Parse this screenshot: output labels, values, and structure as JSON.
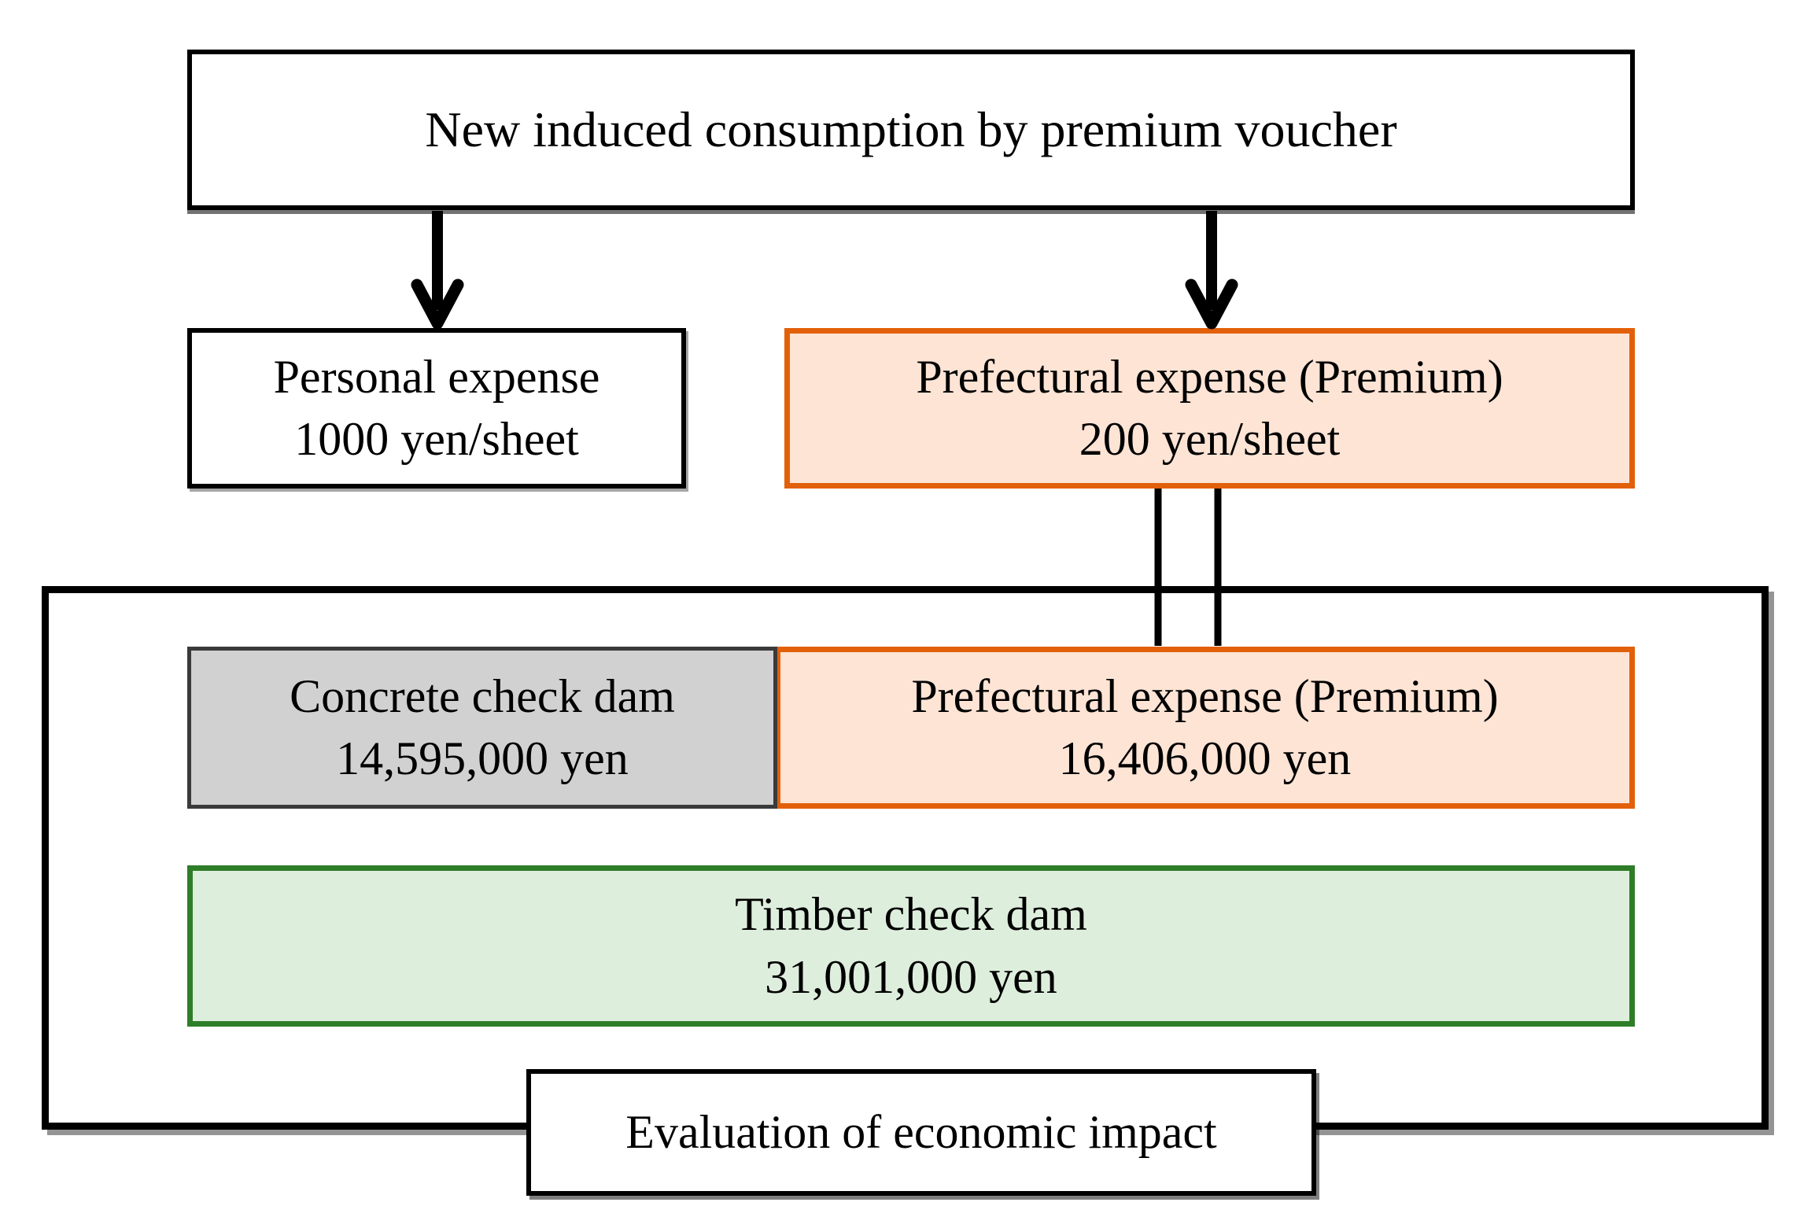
{
  "diagram": {
    "top_box": {
      "label": "New induced consumption by premium voucher"
    },
    "personal_box": {
      "title": "Personal expense",
      "value": "1000 yen/sheet"
    },
    "prefectural_box_upper": {
      "title": "Prefectural expense (Premium)",
      "value": "200 yen/sheet"
    },
    "concrete_box": {
      "title": "Concrete check dam",
      "value": "14,595,000 yen"
    },
    "prefectural_box_lower": {
      "title": "Prefectural expense (Premium)",
      "value": "16,406,000 yen"
    },
    "timber_box": {
      "title": "Timber check dam",
      "value": "31,001,000 yen"
    },
    "evaluation_box": {
      "label": "Evaluation of economic impact"
    },
    "colors": {
      "orange_border": "#e2600a",
      "peach_fill": "#fde4d5",
      "gray_border": "#3a3a3a",
      "gray_fill": "#d1d1d1",
      "green_border": "#2e7d28",
      "green_fill": "#deeedd",
      "black": "#000000"
    }
  }
}
